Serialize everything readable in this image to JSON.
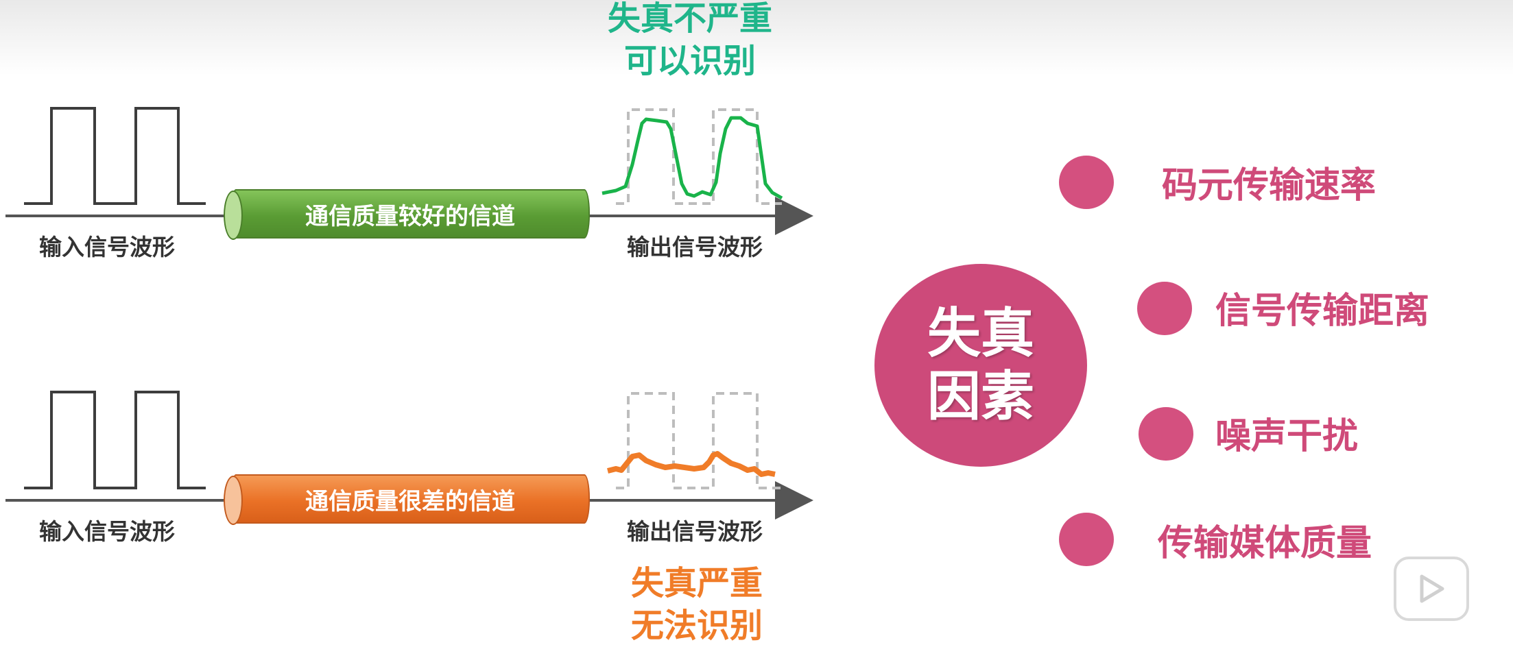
{
  "diagram": {
    "top_row": {
      "input_label": "输入信号波形",
      "channel_label": "通信质量较好的信道",
      "output_label": "输出信号波形",
      "caption_line1": "失真不严重",
      "caption_line2": "可以识别"
    },
    "bottom_row": {
      "input_label": "输入信号波形",
      "channel_label": "通信质量很差的信道",
      "output_label": "输出信号波形",
      "caption_line1": "失真严重",
      "caption_line2": "无法识别"
    },
    "factors_center": {
      "line1": "失真",
      "line2": "因素"
    },
    "factors": [
      {
        "label": "码元传输速率"
      },
      {
        "label": "信号传输距离"
      },
      {
        "label": "噪声干扰"
      },
      {
        "label": "传输媒体质量"
      }
    ]
  },
  "colors": {
    "good_channel": "#5a9c34",
    "bad_channel": "#ea7126",
    "good_wave": "#19b34a",
    "bad_wave": "#f07c28",
    "factor_accent": "#cd4a7a"
  },
  "overlay": {
    "icon": "play-icon"
  }
}
